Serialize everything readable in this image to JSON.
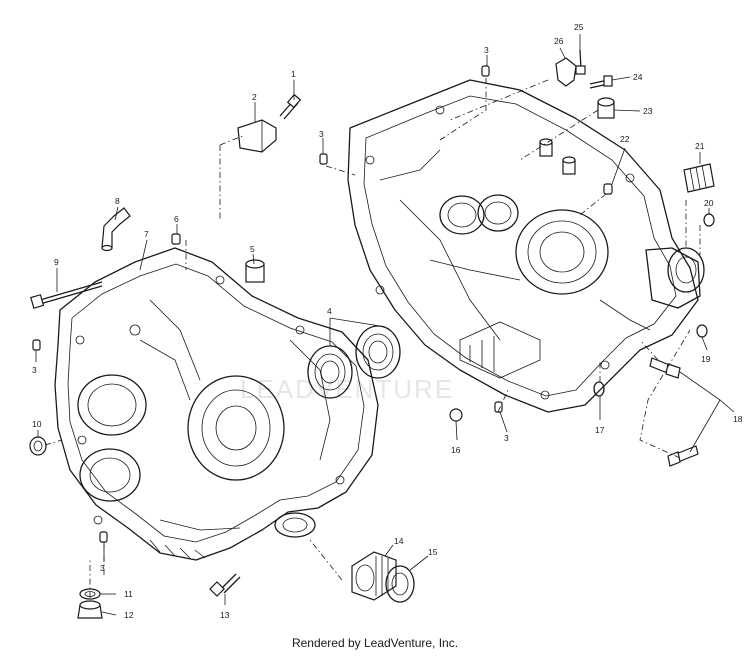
{
  "footer": "Rendered by LeadVenture, Inc.",
  "watermark": "LEADVENTURE",
  "callouts": [
    {
      "id": "c1",
      "label": "1"
    },
    {
      "id": "c2",
      "label": "2"
    },
    {
      "id": "c3a",
      "label": "3"
    },
    {
      "id": "c3b",
      "label": "3"
    },
    {
      "id": "c3c",
      "label": "3"
    },
    {
      "id": "c3d",
      "label": "3"
    },
    {
      "id": "c3e",
      "label": "3"
    },
    {
      "id": "c4",
      "label": "4"
    },
    {
      "id": "c5",
      "label": "5"
    },
    {
      "id": "c6",
      "label": "6"
    },
    {
      "id": "c7",
      "label": "7"
    },
    {
      "id": "c8",
      "label": "8"
    },
    {
      "id": "c9",
      "label": "9"
    },
    {
      "id": "c10",
      "label": "10"
    },
    {
      "id": "c11",
      "label": "11"
    },
    {
      "id": "c12",
      "label": "12"
    },
    {
      "id": "c13",
      "label": "13"
    },
    {
      "id": "c14",
      "label": "14"
    },
    {
      "id": "c15",
      "label": "15"
    },
    {
      "id": "c16",
      "label": "16"
    },
    {
      "id": "c17",
      "label": "17"
    },
    {
      "id": "c18",
      "label": "18"
    },
    {
      "id": "c19",
      "label": "19"
    },
    {
      "id": "c20",
      "label": "20"
    },
    {
      "id": "c21",
      "label": "21"
    },
    {
      "id": "c22",
      "label": "22"
    },
    {
      "id": "c23",
      "label": "23"
    },
    {
      "id": "c24",
      "label": "24"
    },
    {
      "id": "c25",
      "label": "25"
    },
    {
      "id": "c26",
      "label": "26"
    }
  ]
}
